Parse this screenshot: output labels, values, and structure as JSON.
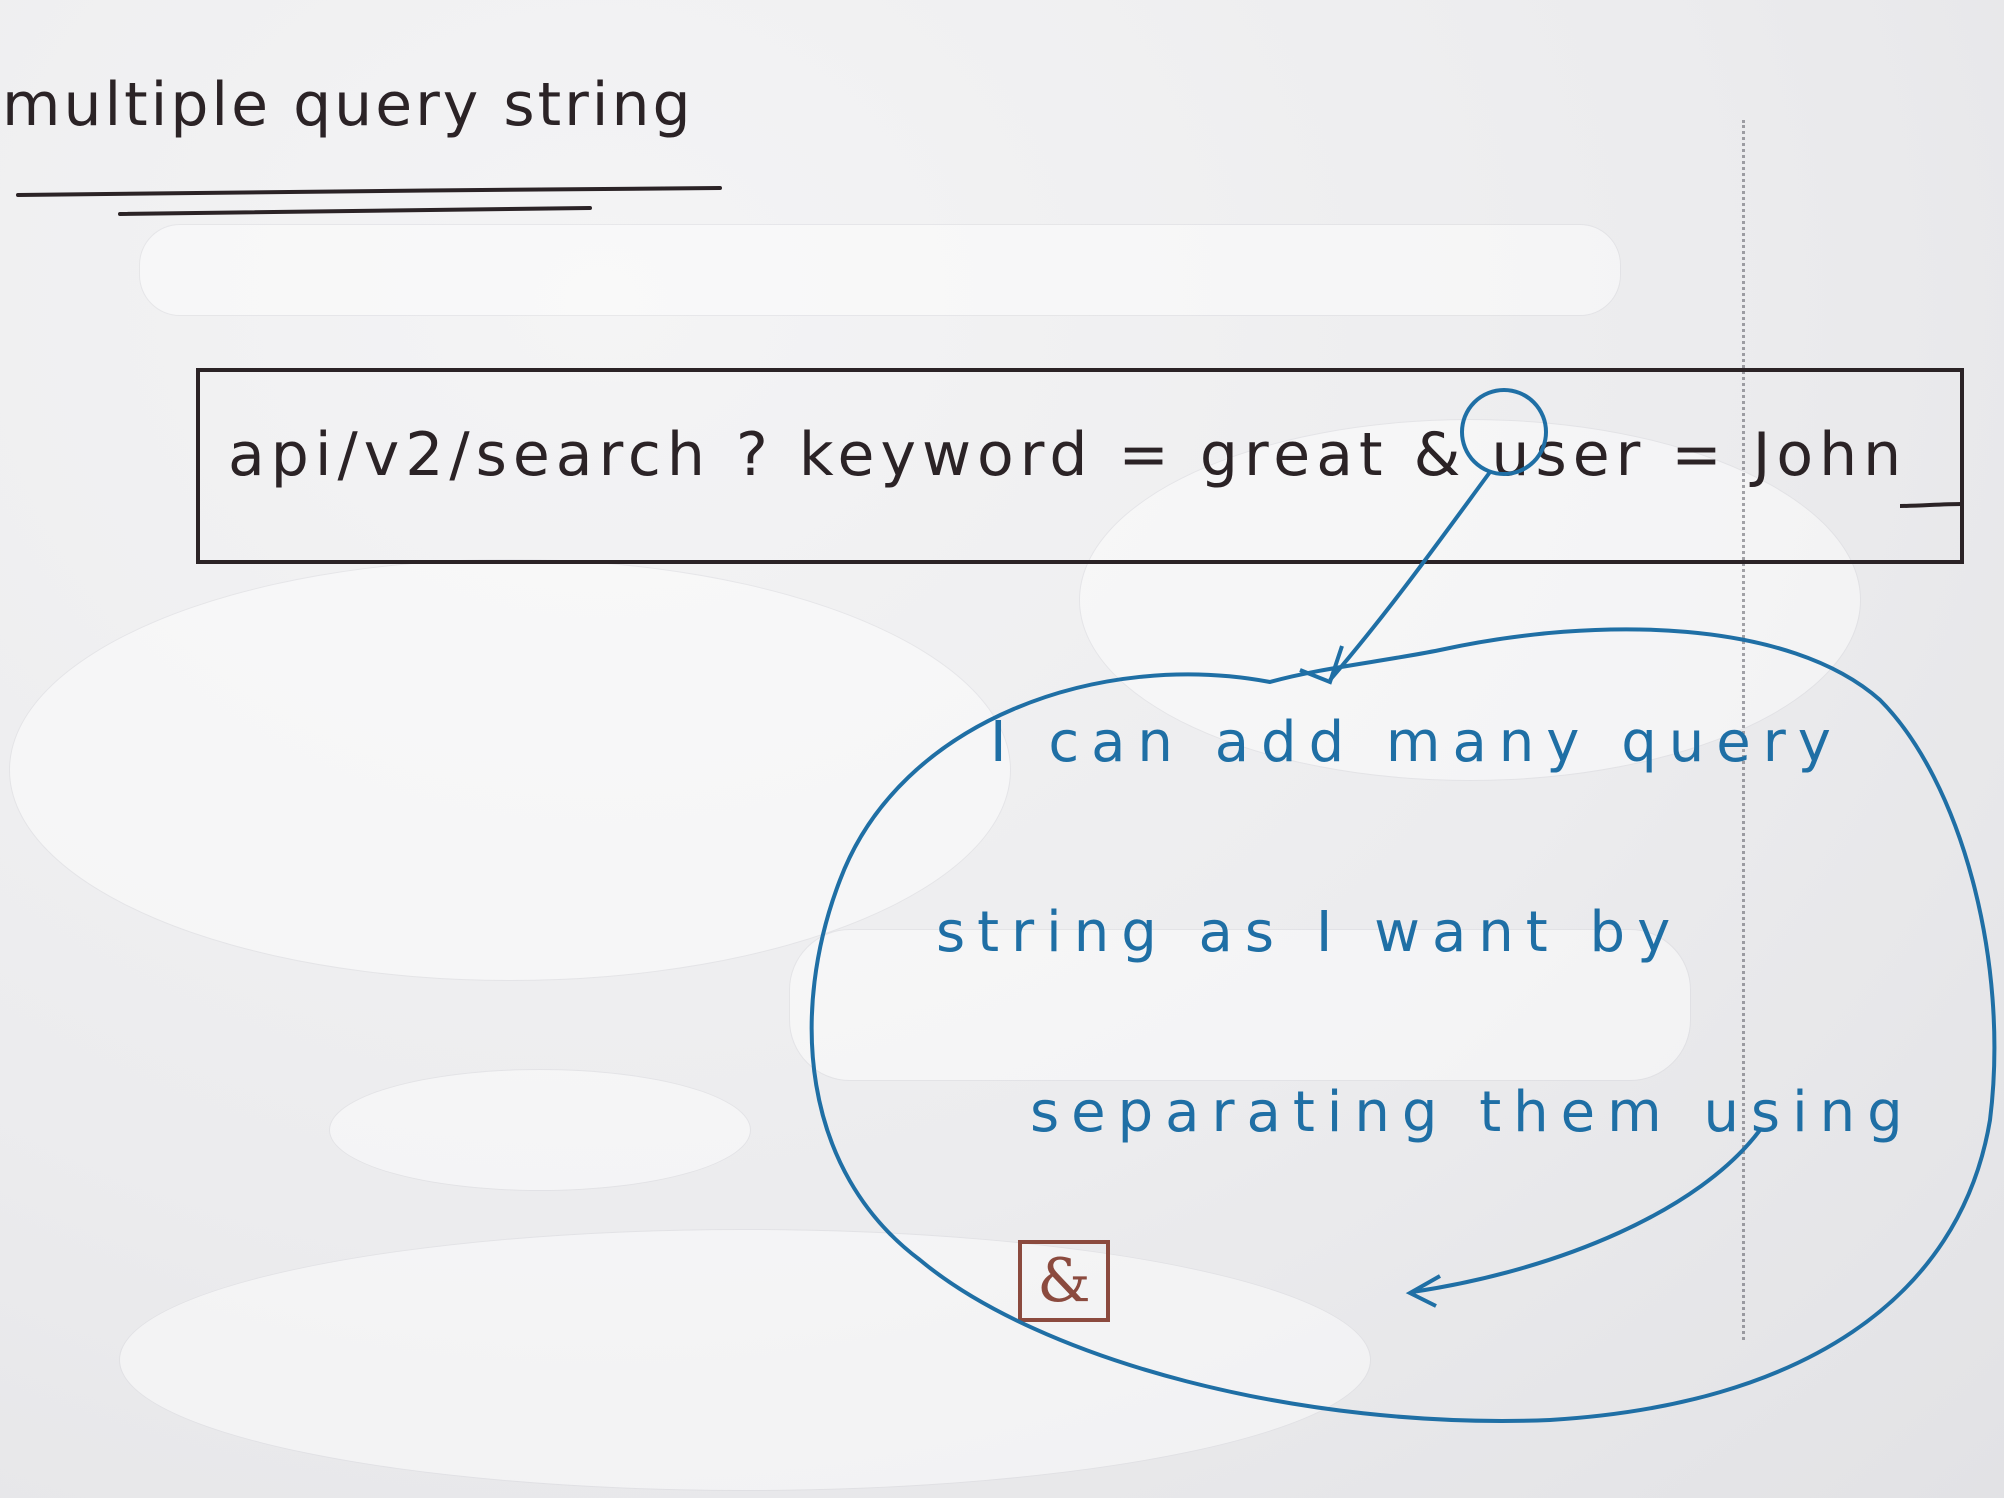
{
  "note": {
    "title": "multiple query string",
    "url_example": "api/v2/search ? keyword = great & user = John",
    "separator_symbol": "&",
    "explanation_lines": [
      "I can add many query",
      "string as I want by",
      "separating them using"
    ]
  },
  "colors": {
    "paper": "#ececee",
    "black_ink": "#2b2326",
    "blue_ink": "#1f6fa5",
    "brown_ink": "#8b4a3e"
  }
}
